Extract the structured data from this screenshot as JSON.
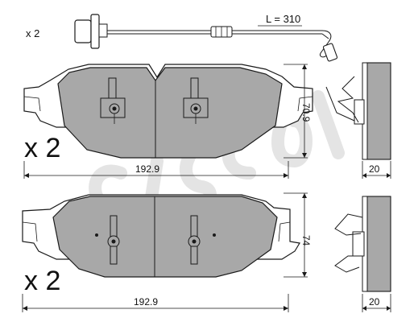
{
  "sensor": {
    "quantity": "x 2",
    "length": "L = 310"
  },
  "top_pad": {
    "quantity": "x 2",
    "width": "192.9",
    "height": "70.9",
    "thickness": "20"
  },
  "bottom_pad": {
    "quantity": "x 2",
    "width": "192.9",
    "height": "74",
    "thickness": "20"
  },
  "colors": {
    "pad_fill": "#a8a8a8",
    "outline": "#1a1a1a",
    "watermark": "#e4e4e4"
  }
}
